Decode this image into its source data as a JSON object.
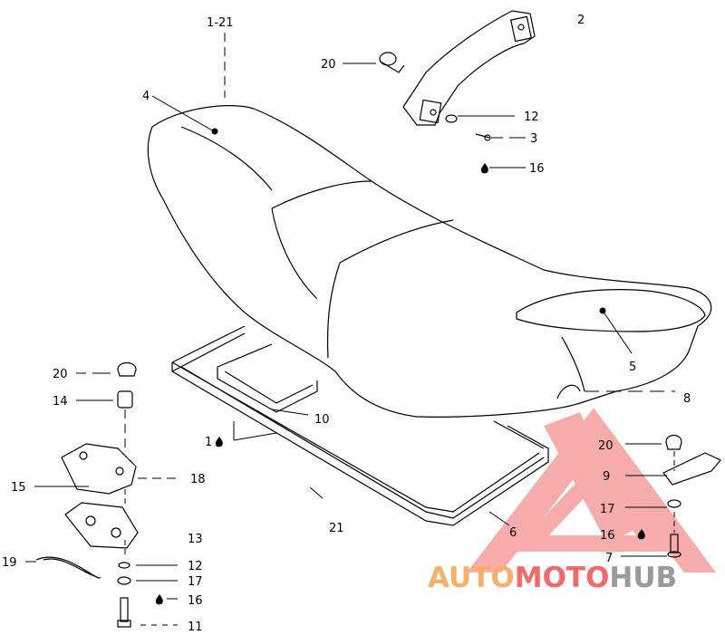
{
  "diagram": {
    "callouts": {
      "c_1021": "1-21",
      "c_2": "2",
      "c_20_top": "20",
      "c_4": "4",
      "c_12_top": "12",
      "c_3": "3",
      "c_16_top": "16",
      "c_5": "5",
      "c_8": "8",
      "c_20_left": "20",
      "c_14": "14",
      "c_10": "10",
      "c_1": "1",
      "c_15": "15",
      "c_18": "18",
      "c_21": "21",
      "c_13": "13",
      "c_19": "19",
      "c_12_bot": "12",
      "c_17_bot": "17",
      "c_16_bot": "16",
      "c_11": "11",
      "c_20_right": "20",
      "c_9": "9",
      "c_17_right": "17",
      "c_16_right": "16",
      "c_7": "7",
      "c_6": "6"
    },
    "icons": [
      "adhesive-drop-icon",
      "bullet-dot-icon"
    ]
  },
  "watermark": {
    "part1": "AUTO",
    "part2": "MOTO",
    "part3": "HUB",
    "colors": {
      "red": "#f26a6a",
      "orange": "#f5b06a",
      "gray": "#9a9a9a"
    }
  }
}
